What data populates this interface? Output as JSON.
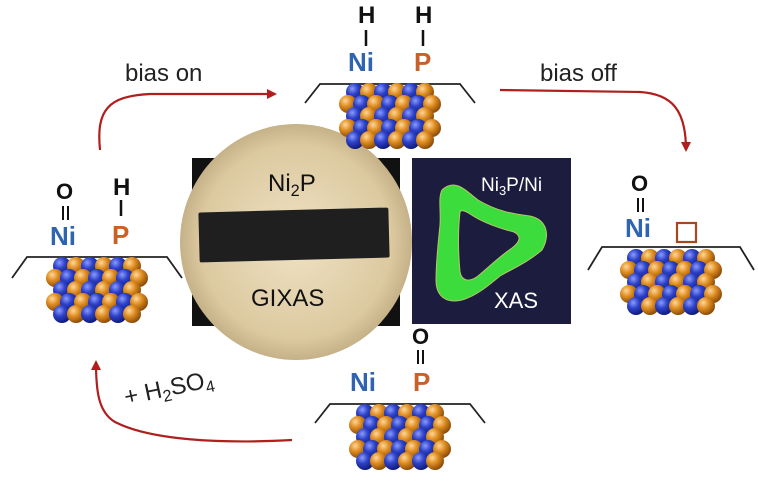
{
  "colors": {
    "nickel_text": "#2e64b0",
    "phosphorus_text": "#c8602a",
    "arrow": "#b01e1e",
    "atom_blue": "#2436b8",
    "atom_orange": "#d9861e",
    "xas_background": "#1c1c3e",
    "xas_green": "#3ddc3d"
  },
  "labels": {
    "bias_on": "bias on",
    "bias_off": "bias off",
    "h2so4_plus": "+ H",
    "h2so4_s": "SO",
    "sub_2": "2",
    "sub_4": "4"
  },
  "states": {
    "top": {
      "ni": "Ni",
      "p": "P",
      "h": "H"
    },
    "right": {
      "ni": "Ni",
      "o": "O",
      "vacancy_icon": "empty-square-icon"
    },
    "bottom": {
      "ni": "Ni",
      "p": "P",
      "o": "O"
    },
    "left": {
      "ni": "Ni",
      "p": "P",
      "o": "O",
      "h": "H"
    }
  },
  "photos": {
    "gixas": {
      "sample_a": "Ni",
      "sample_sub": "2",
      "sample_b": "P",
      "technique": "GIXAS"
    },
    "xas": {
      "sample_a": "Ni",
      "sample_sub": "3",
      "sample_b": "P/Ni",
      "technique": "XAS"
    }
  }
}
